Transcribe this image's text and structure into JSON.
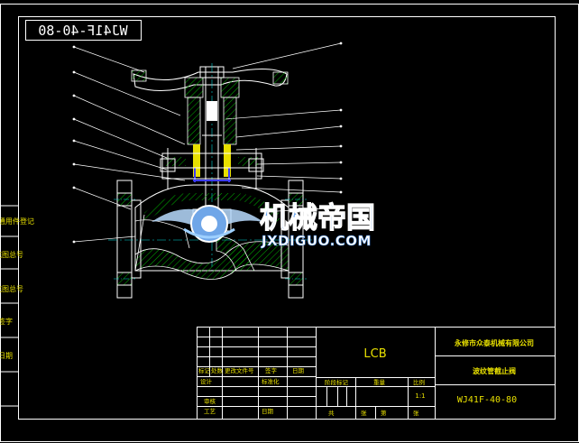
{
  "drawing": {
    "code_mirrored": "WJ41F-40-80",
    "material": "LCB",
    "company": "永修市众泰机械有限公司",
    "part_name": "波纹管截止阀",
    "drawing_code": "WJ41F-40-80",
    "scale": "1:1"
  },
  "left_margin_labels": [
    "借通用件登记",
    "旧底图总号",
    "底图总号",
    "签字",
    "日期"
  ],
  "title_block": {
    "row_headers": [
      "标记",
      "处数",
      "更改文件号",
      "签字",
      "日期"
    ],
    "design_labels": [
      "设计",
      "标准化",
      "审核",
      "工艺",
      "日期"
    ],
    "col_headers": [
      "阶段标记",
      "重量",
      "比例"
    ],
    "footer_labels": [
      "共",
      "张",
      "第",
      "张"
    ]
  },
  "watermark": {
    "cn": "机械帝国",
    "en": "JXDIGUO.COM"
  },
  "colors": {
    "line_white": "#ffffff",
    "line_cyan": "#00d7d7",
    "line_green": "#00b400",
    "line_yellow": "#e8e000",
    "line_blue": "#3c3cff",
    "text_yellow": "#e8e000",
    "watermark_blue": "#3a82dc"
  }
}
